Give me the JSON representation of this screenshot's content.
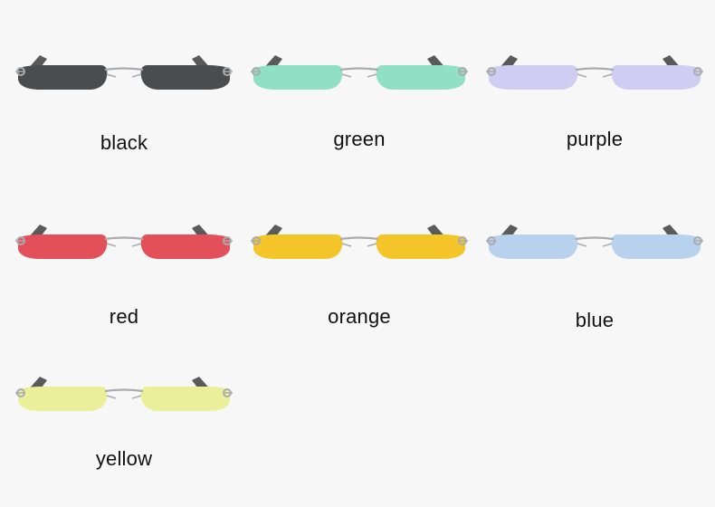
{
  "products": [
    {
      "label": "black",
      "lens_color": "#4a4d4f"
    },
    {
      "label": "green",
      "lens_color": "#8fe0c4"
    },
    {
      "label": "purple",
      "lens_color": "#cfcdf1"
    },
    {
      "label": "red",
      "lens_color": "#e3505a"
    },
    {
      "label": "orange",
      "lens_color": "#f4c528"
    },
    {
      "label": "blue",
      "lens_color": "#b8d2ee"
    },
    {
      "label": "yellow",
      "lens_color": "#eaf09a"
    }
  ],
  "colors": {
    "background": "#f7f7f7",
    "frame": "#a9acae",
    "temple": "#5a5a5a",
    "text": "#111111"
  }
}
